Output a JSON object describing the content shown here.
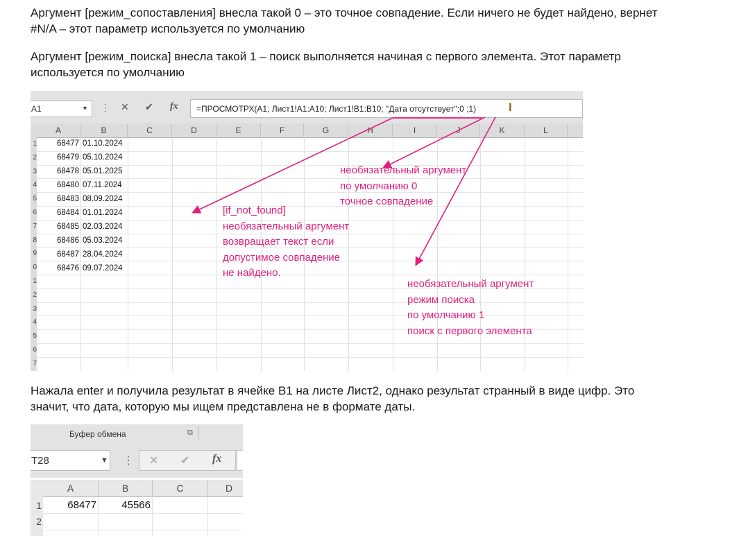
{
  "paragraphs": {
    "p1_line1": "Аргумент [режим_сопоставления] внесла такой 0 – это точное совпадение. Если ничего не будет найдено, вернет",
    "p1_line2": "#N/A – этот параметр используется по умолчанию",
    "p2_line1": "Аргумент [режим_поиска] внесла такой 1 – поиск выполняется начиная с первого элемента. Этот параметр",
    "p2_line2": "используется по умолчанию",
    "p3_line1": "Нажала enter и получила результат в ячейке B1 на листе Лист2, однако результат странный в виде цифр. Это",
    "p3_line2": "значит, что дата, которую мы ищем представлена не в формате даты."
  },
  "sheet1": {
    "name_box": "A1",
    "formula": "=ПРОСМОТРХ(A1; Лист1!A1:A10; Лист1!B1:B10; \"Дата отсутствует\";0 ;1)",
    "cancel_icon": "close-icon",
    "enter_icon": "check-icon",
    "fx_label": "fx",
    "columns": [
      "A",
      "B",
      "C",
      "D",
      "E",
      "F",
      "G",
      "H",
      "I",
      "J",
      "K",
      "L"
    ],
    "row_numbers": [
      "1",
      "2",
      "3",
      "4",
      "5",
      "6",
      "7",
      "8",
      "9",
      "0",
      "1",
      "2",
      "3",
      "4",
      "5",
      "6",
      "7"
    ],
    "rows": [
      {
        "a": "68477",
        "b": "01.10.2024"
      },
      {
        "a": "68479",
        "b": "05.10.2024"
      },
      {
        "a": "68478",
        "b": "05.01.2025"
      },
      {
        "a": "68480",
        "b": "07.11.2024"
      },
      {
        "a": "68483",
        "b": "08.09.2024"
      },
      {
        "a": "68484",
        "b": "01.01.2024"
      },
      {
        "a": "68485",
        "b": "02.03.2024"
      },
      {
        "a": "68486",
        "b": "05.03.2024"
      },
      {
        "a": "68487",
        "b": "28.04.2024"
      },
      {
        "a": "68476",
        "b": "09.07.2024"
      }
    ],
    "annotations": {
      "match_mode": [
        "необязательный аргумент",
        "по умолчанию 0",
        "точное совпадение"
      ],
      "if_not_found": [
        "[if_not_found]",
        "необязательный аргумент",
        "возвращает текст если",
        "допустимое совпадение",
        "не найдено."
      ],
      "search_mode": [
        "необязательный аргумент",
        "режим поиска",
        "по умолчанию 1",
        "поиск с первого элемента"
      ]
    },
    "annotation_color": "#e0207f"
  },
  "sheet2": {
    "ribbon_group": "Буфер обмена",
    "name_box": "T28",
    "fx_label": "fx",
    "columns": [
      "A",
      "B",
      "C",
      "D"
    ],
    "row_numbers": [
      "1",
      "2"
    ],
    "a1": "68477",
    "b1": "45566"
  }
}
